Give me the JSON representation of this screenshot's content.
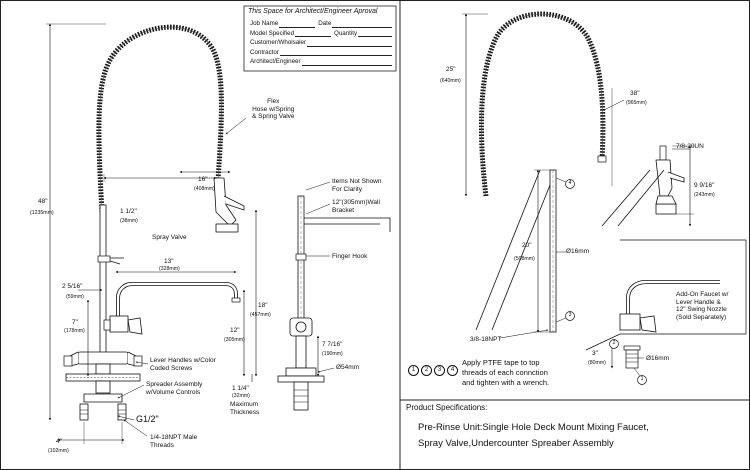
{
  "approval_box": {
    "title": "This Space for Architect/Engineer Aproval",
    "rows": [
      {
        "label": "Job Name",
        "right": "Date"
      },
      {
        "label": "Model Specified",
        "right": "Quantity"
      },
      {
        "label": "Customer/Wholsaler",
        "right": ""
      },
      {
        "label": "Contractor",
        "right": ""
      },
      {
        "label": "Architect/Engineer",
        "right": ""
      }
    ]
  },
  "left_drawing": {
    "flex_hose": "Flex\nHose w/Spring\n& Spring Valve",
    "dim_48": "48\"",
    "dim_48_mm": "(1235mm)",
    "dim_16": "16\"",
    "dim_16_mm": "(408mm)",
    "dim_1_5": "1 1/2\"",
    "dim_1_5_mm": "(38mm)",
    "spray_valve": "Spray Valve",
    "dim_13": "13\"",
    "dim_13_mm": "(328mm)",
    "dim_2_5": "2 5/16\"",
    "dim_2_5_mm": "(59mm)",
    "dim_18": "18\"",
    "dim_18_mm": "(457mm)",
    "dim_7": "7\"",
    "dim_7_mm": "(178mm)",
    "dim_12": "12\"",
    "dim_12_mm": "(305mm)",
    "lever_handles": "Lever Handles w/Color\nCoded Screws",
    "spreader": "Spreader Assembly\nw/Volume Controls",
    "dim_1_25": "1 1/4\"",
    "dim_1_25_mm": "(32mm)",
    "max_thickness": "Maximum\nThickness",
    "g12": "G1/2\"",
    "dim_4": "4\"",
    "dim_4_mm": "(102mm)",
    "npt": "1/4-18NPT Male\nThreads"
  },
  "side_view": {
    "items_not_shown": "Items Not Shown\nFor Clarity",
    "wall_bracket": "12\"(305mm)Wall\nBracket",
    "finger_hook": "Finger Hook",
    "dim_7_7": "7 7/16\"",
    "dim_7_7_mm": "(190mm)",
    "dia_54": "Ø54mm"
  },
  "right_drawing": {
    "dim_25": "25\"",
    "dim_25_mm": "(640mm)",
    "dim_38": "38\"",
    "dim_38_mm": "(965mm)",
    "thread": "7/8-20UN",
    "dim_9_9": "9 9/16\"",
    "dim_9_9_mm": "(243mm)",
    "dim_20": "20\"",
    "dim_20_mm": "(508mm)",
    "dia_16": "Ø16mm",
    "npt_38": "3/8-18NPT",
    "callout_4": "4",
    "callout_3": "3",
    "add_on": "Add-On Faucet w/\nLever Handle &\n12\" Swing Nozzle\n(Sold Separately)",
    "dim_3": "3\"",
    "dim_3_mm": "(80mm)",
    "dia_16b": "Ø16mm",
    "callout_2": "2",
    "callout_1": "1",
    "ptfe_note": "Apply PTFE tape to top\nthreads of each connction\nand tighten with a wrench.",
    "note_nums": [
      "1",
      "2",
      "3",
      "4"
    ]
  },
  "specs": {
    "heading": "Product Specifications:",
    "line1": "Pre-Rinse Unit:Single Hole Deck Mount Mixing Faucet,",
    "line2": "Spray Valve,Undercounter Spreaber Assembly"
  }
}
